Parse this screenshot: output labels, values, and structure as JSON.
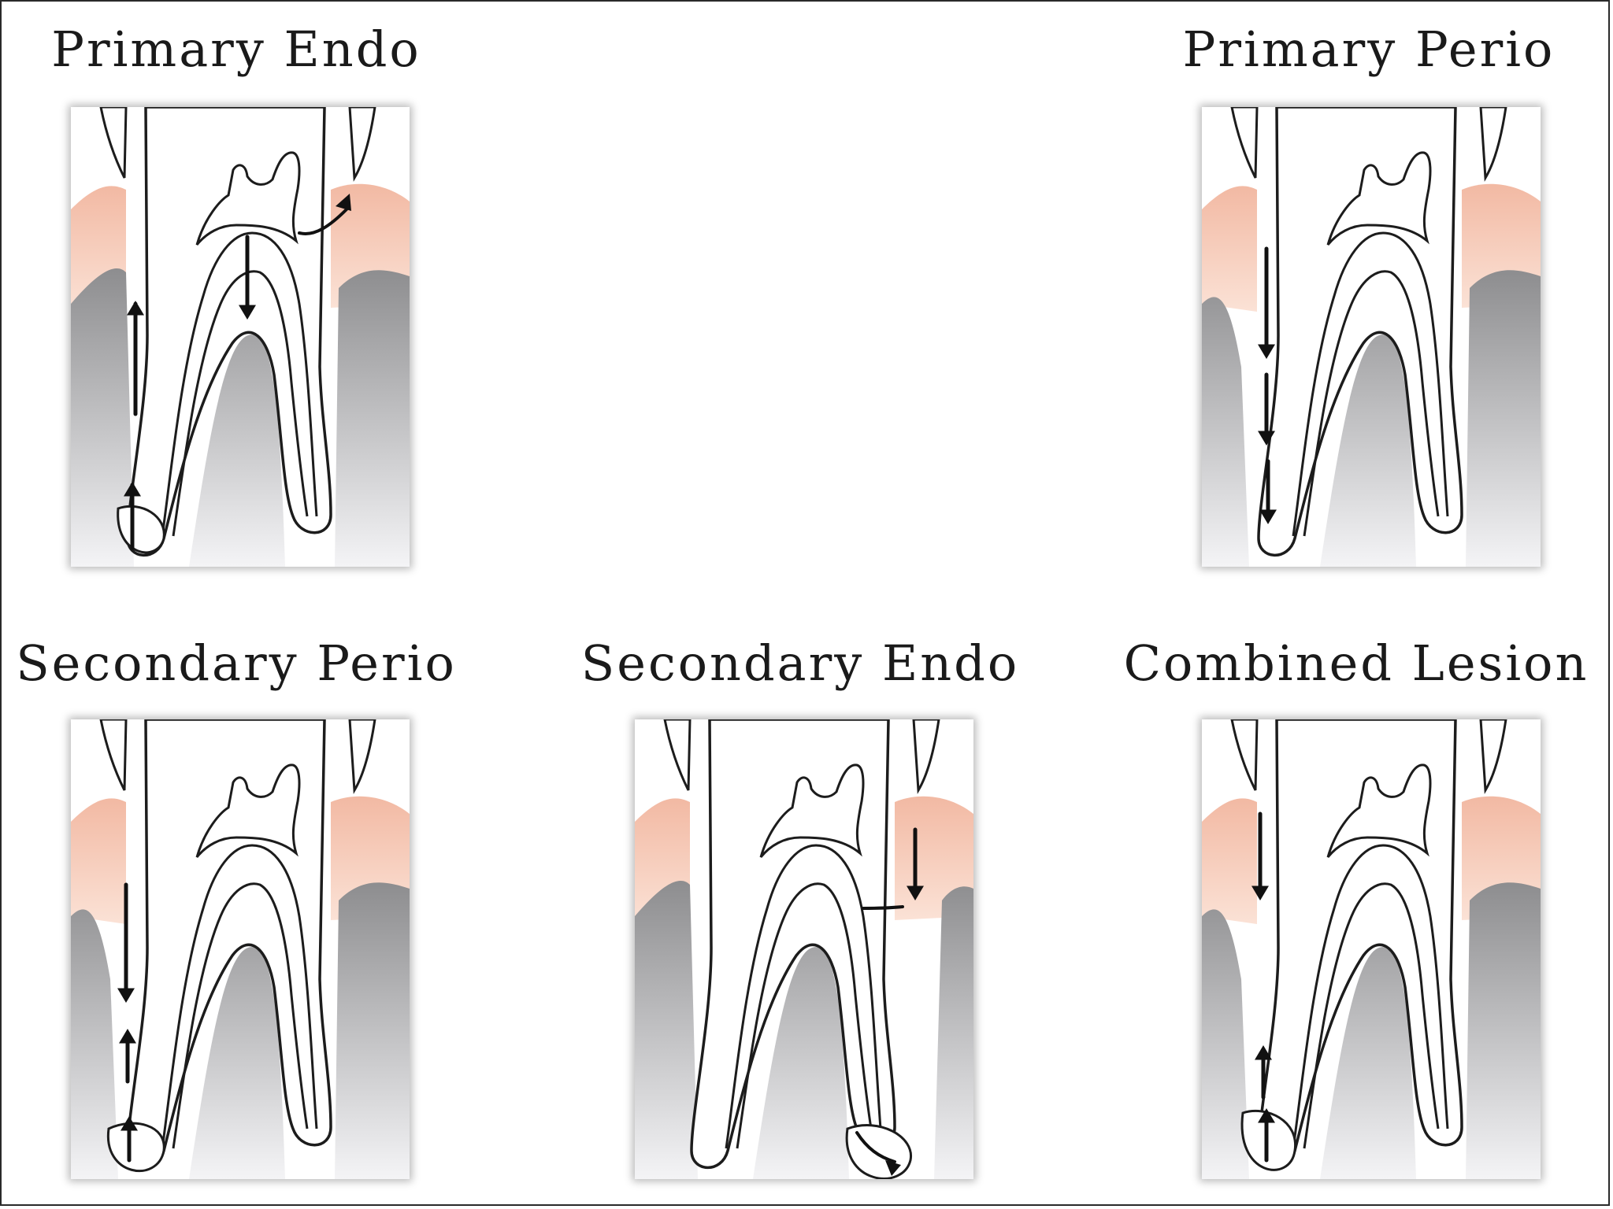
{
  "diagram": {
    "panels": [
      {
        "id": "primary-endo",
        "label": "Primary Endo"
      },
      {
        "id": "primary-perio",
        "label": "Primary Perio"
      },
      {
        "id": "secondary-perio",
        "label": "Secondary Perio"
      },
      {
        "id": "secondary-endo",
        "label": "Secondary Endo"
      },
      {
        "id": "combined-lesion",
        "label": "Combined Lesion"
      }
    ],
    "colors": {
      "gingiva": "#f2b9a3",
      "bone_top": "#8d8d8f",
      "bone_bottom": "#f4f4f6",
      "outline": "#1c1c1c",
      "arrow": "#111111"
    }
  }
}
